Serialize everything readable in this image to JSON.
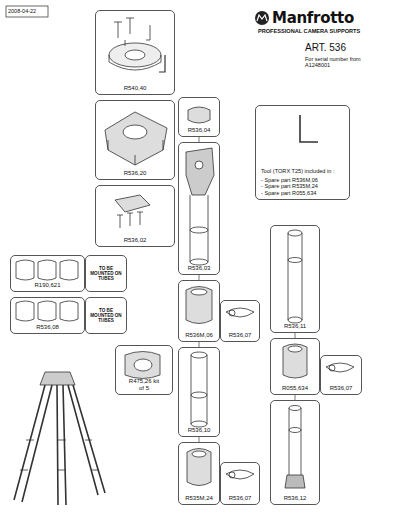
{
  "diagram": {
    "nodes": [
      {
        "text": [
          "R540,40"
        ]
      },
      {
        "text": [
          "R536,20"
        ]
      },
      {
        "text": [
          "R536,02"
        ]
      },
      {
        "text": [
          "R190,621"
        ]
      },
      {
        "text": [
          "TO BE MOUNTED ON TUBES"
        ]
      },
      {
        "text": [
          "R536,08"
        ]
      },
      {
        "text": [
          "TO BE MOUNTED ON TUBES"
        ]
      },
      {
        "text": [
          "R475,26 kit of 5"
        ]
      },
      {
        "text": [
          "R536,04"
        ]
      },
      {
        "text": [
          "R536,03"
        ]
      },
      {
        "text": [
          "R536M,06"
        ]
      },
      {
        "text": [
          "R536,07"
        ]
      },
      {
        "text": [
          "R536,10"
        ]
      },
      {
        "text": [
          "R535M,24"
        ]
      },
      {
        "text": [
          "R536,07"
        ]
      },
      {
        "text": [
          "Tool (TORX T25) included in :",
          "- Spare part R536M,06",
          "- Spare part R535M,24",
          "- Spare part R055,634"
        ]
      },
      {
        "text": [
          "R536,11"
        ]
      },
      {
        "text": [
          "R055,634"
        ]
      },
      {
        "text": [
          "R536,07"
        ]
      },
      {
        "text": [
          "R536,12"
        ]
      }
    ],
    "edges": [
      {
        "from": 8,
        "to": 9,
        "arrow": "none"
      },
      {
        "from": 9,
        "to": 10,
        "arrow": "none"
      },
      {
        "from": 10,
        "to": 12,
        "arrow": "none"
      },
      {
        "from": 12,
        "to": 13,
        "arrow": "none"
      },
      {
        "from": 16,
        "to": 17,
        "arrow": "none"
      },
      {
        "from": 17,
        "to": 19,
        "arrow": "none"
      }
    ],
    "labels": [
      "2008-04-22",
      "Manfrotto",
      "PROFESSIONAL CAMERA SUPPORTS",
      "ART. 536",
      "For serial number from A1248001"
    ]
  }
}
